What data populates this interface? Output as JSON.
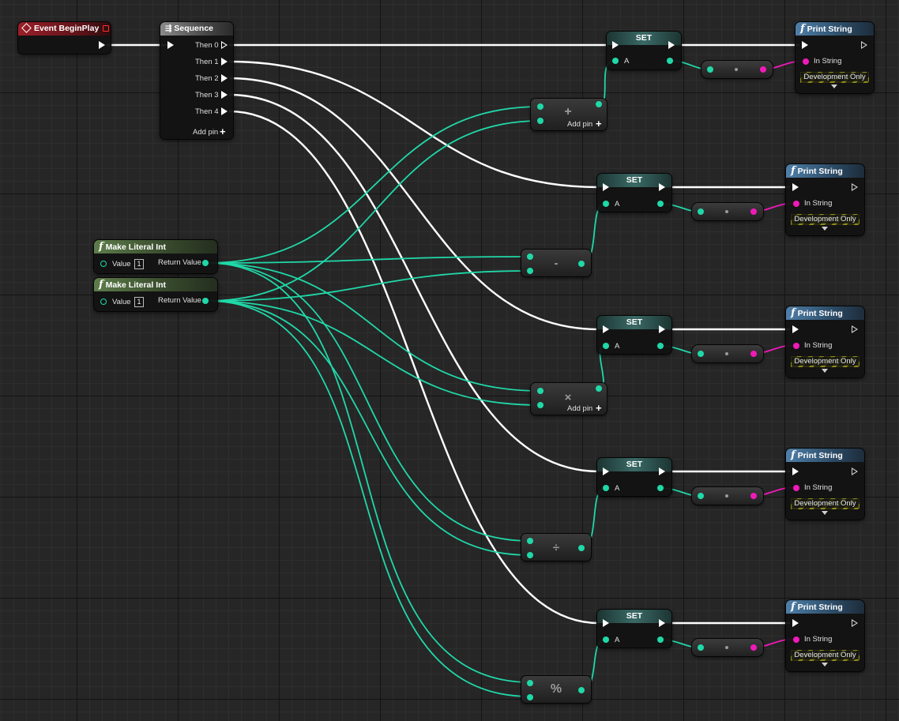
{
  "event_node": {
    "title": "Event BeginPlay"
  },
  "sequence_node": {
    "title": "Sequence",
    "outputs": [
      "Then 0",
      "Then 1",
      "Then 2",
      "Then 3",
      "Then 4"
    ],
    "add_pin": "Add pin"
  },
  "literal_nodes": [
    {
      "title": "Make Literal Int",
      "input_label": "Value",
      "value": "1",
      "output_label": "Return Value"
    },
    {
      "title": "Make Literal Int",
      "input_label": "Value",
      "value": "1",
      "output_label": "Return Value"
    }
  ],
  "operators": {
    "add": {
      "symbol": "+",
      "add_pin": "Add pin"
    },
    "subtract": {
      "symbol": "-"
    },
    "multiply": {
      "symbol": "×",
      "add_pin": "Add pin"
    },
    "divide": {
      "symbol": "÷"
    },
    "modulo": {
      "symbol": "%"
    }
  },
  "set_nodes": [
    {
      "title": "SET",
      "pin": "A"
    },
    {
      "title": "SET",
      "pin": "A"
    },
    {
      "title": "SET",
      "pin": "A"
    },
    {
      "title": "SET",
      "pin": "A"
    },
    {
      "title": "SET",
      "pin": "A"
    }
  ],
  "print_nodes": [
    {
      "title": "Print String",
      "input": "In String",
      "dev": "Development Only"
    },
    {
      "title": "Print String",
      "input": "In String",
      "dev": "Development Only"
    },
    {
      "title": "Print String",
      "input": "In String",
      "dev": "Development Only"
    },
    {
      "title": "Print String",
      "input": "In String",
      "dev": "Development Only"
    },
    {
      "title": "Print String",
      "input": "In String",
      "dev": "Development Only"
    }
  ],
  "colors": {
    "exec_wire": "#ffffff",
    "int_wire": "#20d8a8",
    "string_wire": "#f01ab8"
  },
  "icons": {
    "event": "event-diamond-icon",
    "sequence": "sequence-icon",
    "function": "function-f-icon",
    "expand": "chevron-down-icon"
  }
}
